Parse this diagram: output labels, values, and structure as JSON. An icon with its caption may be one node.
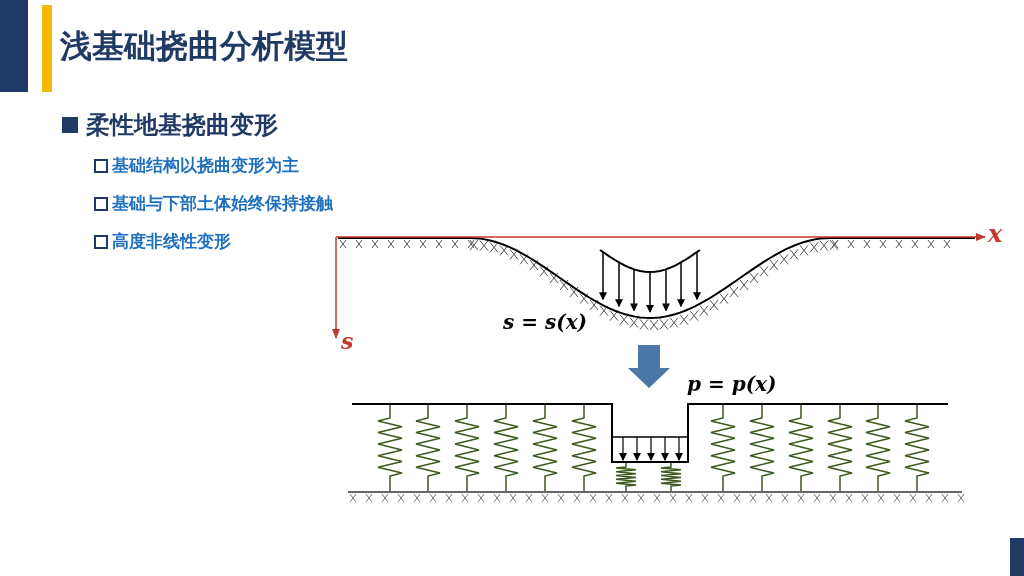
{
  "diagram": {
    "title": "浅基础挠曲分析模型",
    "labels": [
      "柔性地基挠曲变形",
      "基础结构以挠曲变形为主",
      "基础与下部土体始终保持接触",
      "高度非线性变形",
      "x",
      "s",
      "s = s(x)",
      "p = p(x)"
    ]
  }
}
